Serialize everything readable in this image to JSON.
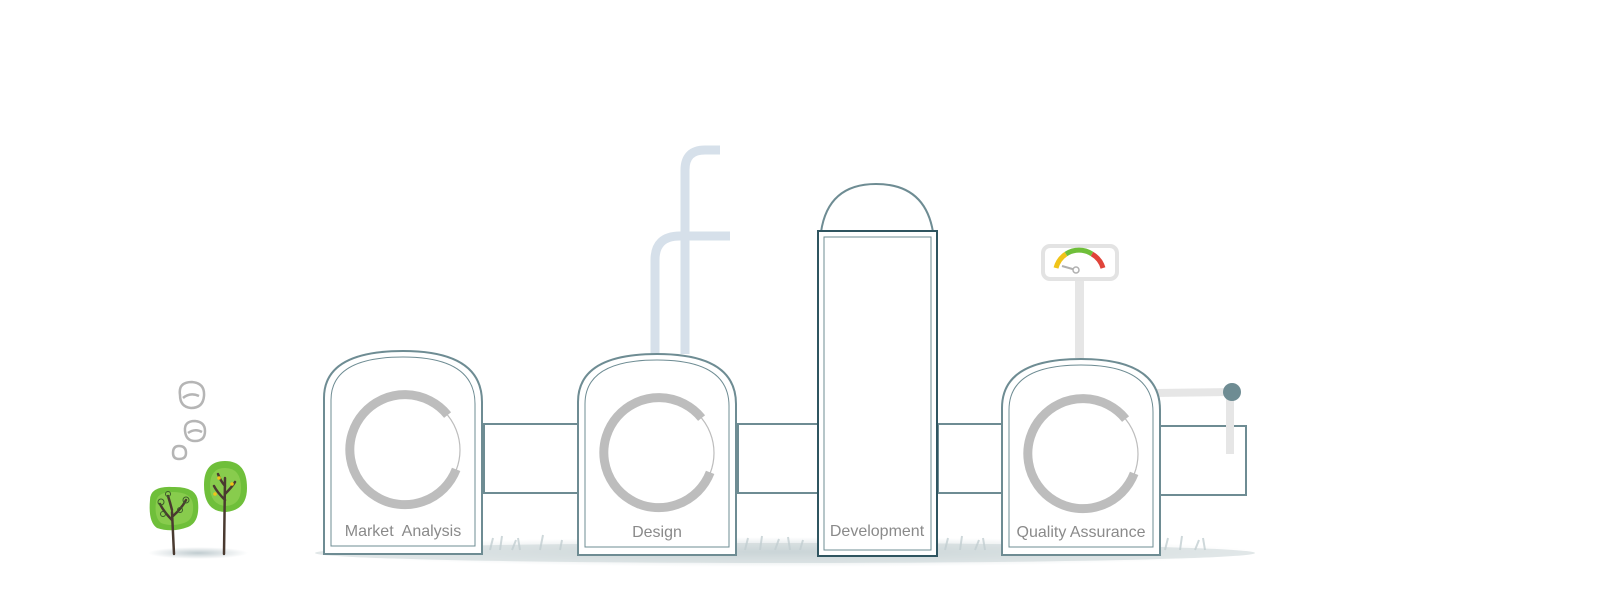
{
  "stages": [
    {
      "id": "market-analysis",
      "label": "Market  Analysis"
    },
    {
      "id": "design",
      "label": "Design"
    },
    {
      "id": "development",
      "label": "Development"
    },
    {
      "id": "quality-assurance",
      "label": "Quality Assurance"
    }
  ],
  "colors": {
    "outline": "#6e8c93",
    "outline_dark": "#2f5560",
    "ring": "#b9b9b9",
    "pipe_light": "#d6e0ea",
    "pipe_grey": "#e6e6e6",
    "valve_knob": "#6e8c93",
    "ground": "#c9d3d6",
    "tree_green": "#6fbf3a",
    "tree_green_light": "#9ad65a",
    "trunk": "#4a3a30",
    "gauge_yellow": "#f0c419",
    "gauge_green": "#6fbf3a",
    "gauge_red": "#e0443a",
    "label_text": "#8a8a8a"
  }
}
